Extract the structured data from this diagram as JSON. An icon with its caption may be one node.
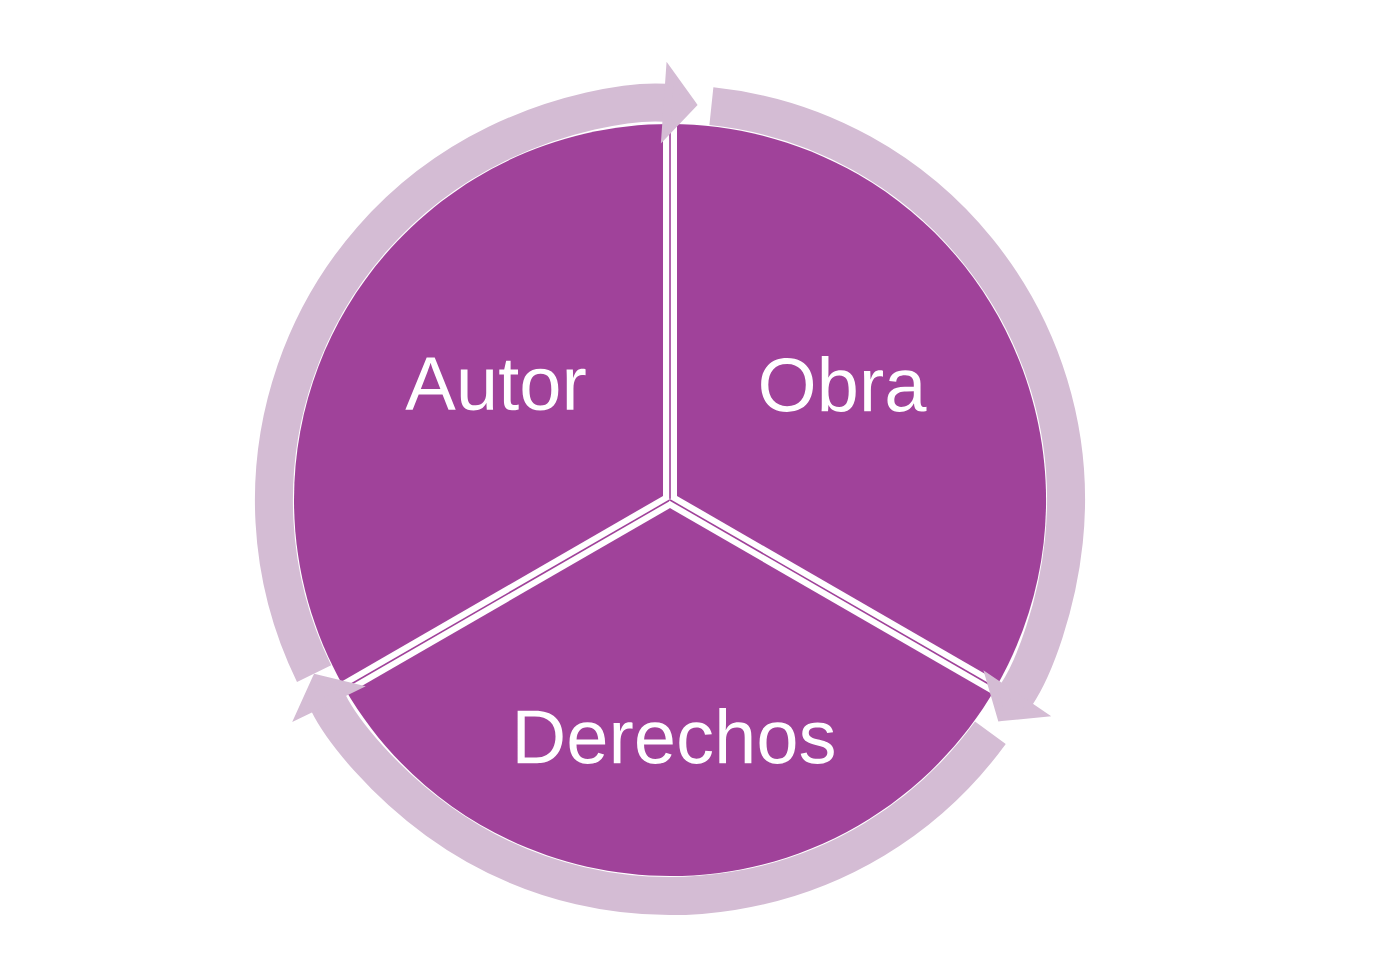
{
  "diagram": {
    "nodes": [
      {
        "text": [
          "Autor"
        ]
      },
      {
        "text": [
          "Obra"
        ]
      },
      {
        "text": [
          "Derechos"
        ]
      }
    ],
    "edges": [
      {
        "from": 0,
        "to": 1,
        "arrow": "to"
      },
      {
        "from": 1,
        "to": 2,
        "arrow": "to"
      },
      {
        "from": 2,
        "to": 0,
        "arrow": "to"
      }
    ]
  }
}
